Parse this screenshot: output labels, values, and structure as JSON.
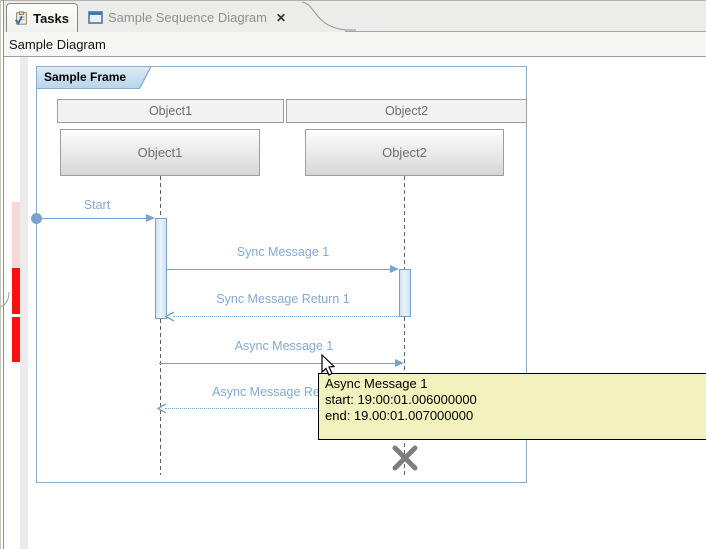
{
  "tabs": [
    {
      "label": "Tasks",
      "active": true
    },
    {
      "label": "Sample Sequence Diagram",
      "active": false,
      "close_glyph": "✕"
    }
  ],
  "toolbar": {
    "title": "Sample Diagram"
  },
  "diagram": {
    "frame_title": "Sample Frame",
    "columns": [
      {
        "header": "Object1",
        "lifeline": "Object1"
      },
      {
        "header": "Object2",
        "lifeline": "Object2"
      }
    ],
    "messages": [
      {
        "label": "Start",
        "type": "found-message"
      },
      {
        "label": "Sync Message 1",
        "type": "sync-message"
      },
      {
        "label": "Sync Message Return 1",
        "type": "return-message"
      },
      {
        "label": "Async Message 1",
        "type": "async-message"
      },
      {
        "label": "Async Message Return 1",
        "type": "return-message"
      }
    ],
    "stop_marker_on": "Object2"
  },
  "tooltip": {
    "title": "Async Message 1",
    "start": "start: 19:00:01.006000000",
    "end": "end: 19.00:01.007000000"
  },
  "colors": {
    "accent_blue": "#7ba3c9",
    "frame_border": "#88aece",
    "marker_red": "#fb1010",
    "marker_pink": "#f8d9d9",
    "tooltip_bg": "#f1f2bd",
    "tab_bg": "#ececea"
  }
}
